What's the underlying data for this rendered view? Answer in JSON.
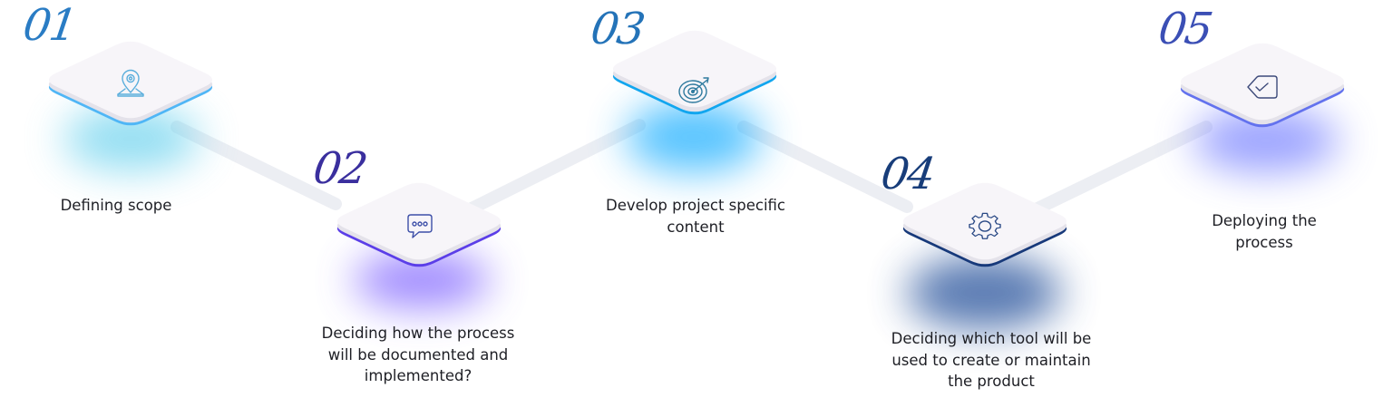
{
  "steps": [
    {
      "number": "01",
      "label_lines": [
        "Defining scope"
      ],
      "icon": "map-pin-icon",
      "number_color": "#2a7cc4",
      "edge_color": "#4fb6f6",
      "glow_color": "#6fd3ee"
    },
    {
      "number": "02",
      "label_lines": [
        "Deciding how the process",
        "will be documented and",
        "implemented?"
      ],
      "icon": "chat-bubble-icon",
      "number_color": "#3a2f9e",
      "edge_color": "#5b3ee8",
      "glow_color": "#8064ff"
    },
    {
      "number": "03",
      "label_lines": [
        "Develop project specific",
        "content"
      ],
      "icon": "target-icon",
      "number_color": "#2473b8",
      "edge_color": "#12a6ef",
      "glow_color": "#1fb0ff"
    },
    {
      "number": "04",
      "label_lines": [
        "Deciding which tool will be",
        "used to create or maintain",
        "the product"
      ],
      "icon": "gear-icon",
      "number_color": "#183d7a",
      "edge_color": "#17397a",
      "glow_color": "#24509a"
    },
    {
      "number": "05",
      "label_lines": [
        "Deploying the",
        "process"
      ],
      "icon": "tag-check-icon",
      "number_color": "#3b4fb5",
      "edge_color": "#6372ee",
      "glow_color": "#7a84ff"
    }
  ]
}
